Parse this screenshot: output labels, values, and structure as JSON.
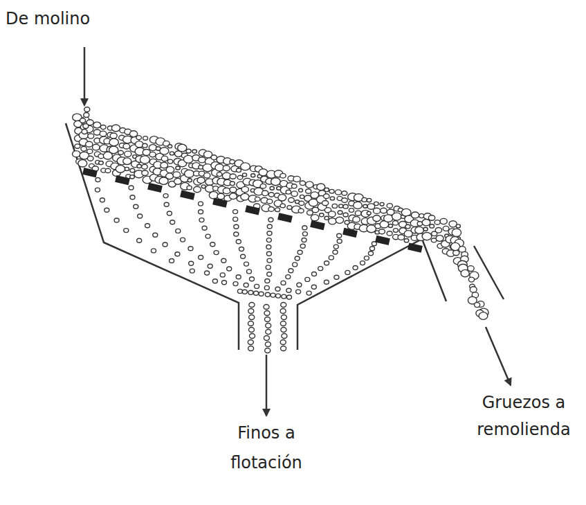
{
  "diagram": {
    "labels": [
      "De molino",
      "Finos a flotación",
      "Gruezos a remolienda"
    ]
  }
}
